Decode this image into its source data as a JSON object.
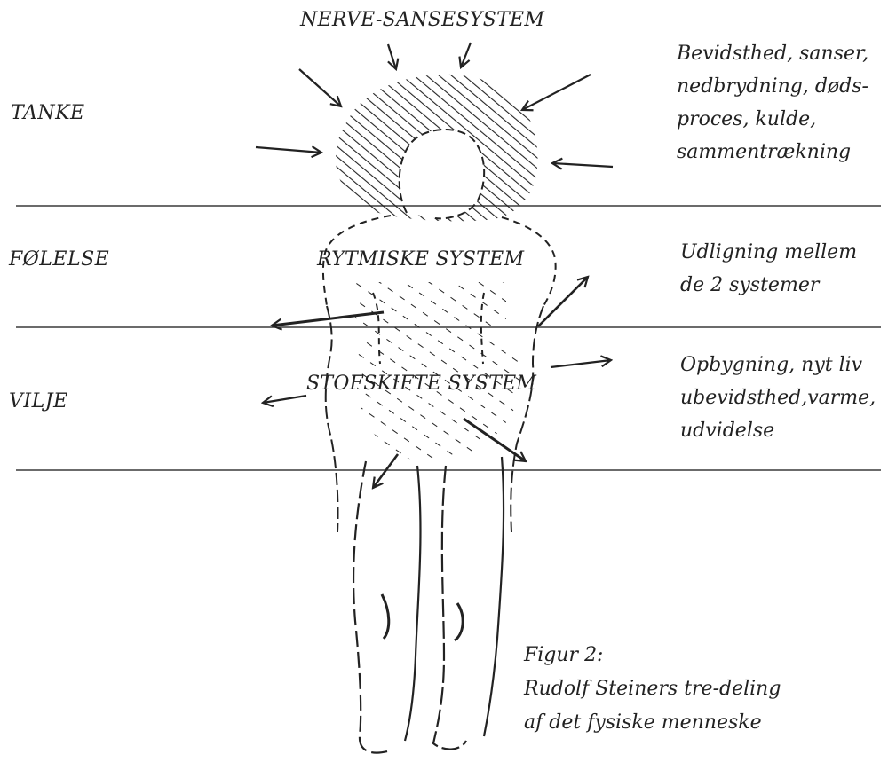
{
  "zones": [
    {
      "id": "tanke",
      "label": "TANKE",
      "system": "NERVE-SANSESYSTEM",
      "description": [
        "Bevidsthed, sanser,",
        "nedbrydning, døds-",
        "proces, kulde,",
        "sammentrækning"
      ]
    },
    {
      "id": "folelse",
      "label": "FØLELSE",
      "system": "RYTMISKE SYSTEM",
      "description": [
        "Udligning mellem",
        "de 2 systemer"
      ]
    },
    {
      "id": "vilje",
      "label": "VILJE",
      "system": "STOFSKIFTE SYSTEM",
      "description": [
        "Opbygning, nyt liv",
        "ubevidsthed,varme,",
        "udvidelse"
      ]
    }
  ],
  "caption": [
    "Figur 2:",
    "Rudolf Steiners tre-deling",
    "af det fysiske menneske"
  ],
  "colors": {
    "ink": "#222222",
    "rule": "#3a3a3a",
    "background": "#ffffff"
  }
}
